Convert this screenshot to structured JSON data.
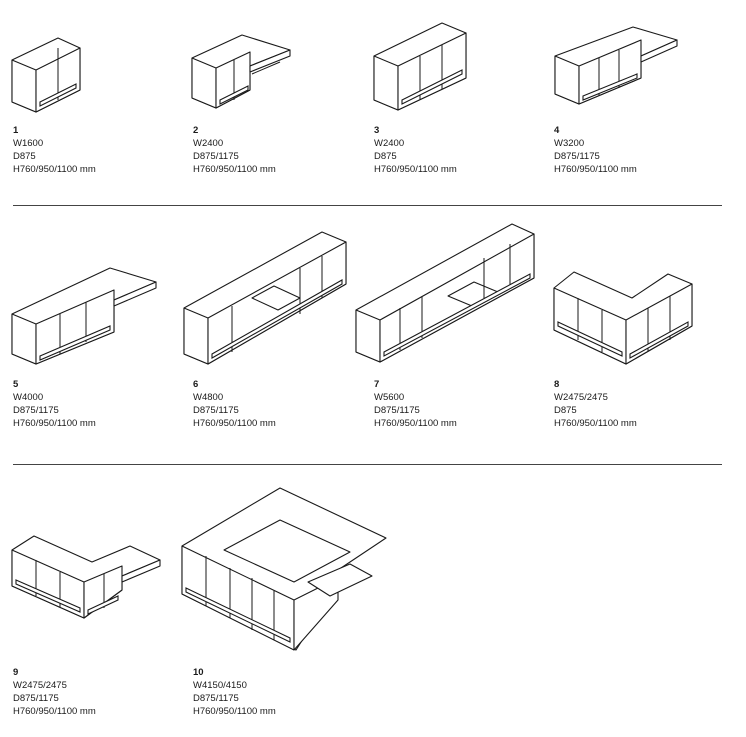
{
  "configurations": [
    {
      "number": "1",
      "width": "W1600",
      "depth": "D875",
      "height": "H760/950/1100 mm"
    },
    {
      "number": "2",
      "width": "W2400",
      "depth": "D875/1175",
      "height": "H760/950/1100 mm"
    },
    {
      "number": "3",
      "width": "W2400",
      "depth": "D875",
      "height": "H760/950/1100 mm"
    },
    {
      "number": "4",
      "width": "W3200",
      "depth": "D875/1175",
      "height": "H760/950/1100 mm"
    },
    {
      "number": "5",
      "width": "W4000",
      "depth": "D875/1175",
      "height": "H760/950/1100 mm"
    },
    {
      "number": "6",
      "width": "W4800",
      "depth": "D875/1175",
      "height": "H760/950/1100 mm"
    },
    {
      "number": "7",
      "width": "W5600",
      "depth": "D875/1175",
      "height": "H760/950/1100 mm"
    },
    {
      "number": "8",
      "width": "W2475/2475",
      "depth": "D875",
      "height": "H760/950/1100 mm"
    },
    {
      "number": "9",
      "width": "W2475/2475",
      "depth": "D875/1175",
      "height": "H760/950/1100 mm"
    },
    {
      "number": "10",
      "width": "W4150/4150",
      "depth": "D875/1175",
      "height": "H760/950/1100 mm"
    }
  ]
}
